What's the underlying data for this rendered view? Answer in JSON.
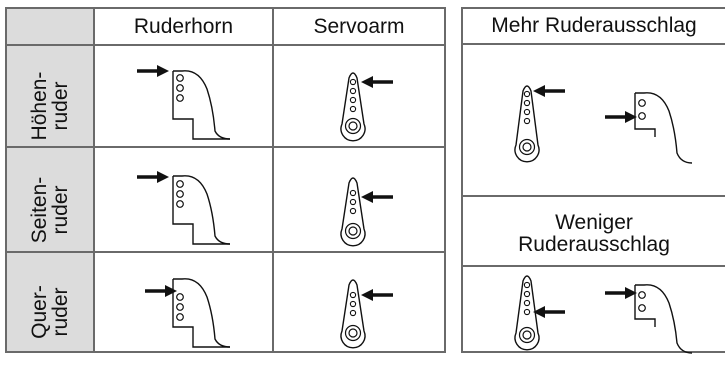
{
  "table": {
    "columns": [
      "Ruderhorn",
      "Servoarm"
    ],
    "rows": [
      {
        "label_line1": "Höhen-",
        "label_line2": "ruder"
      },
      {
        "label_line1": "Seiten-",
        "label_line2": "ruder"
      },
      {
        "label_line1": "Quer-",
        "label_line2": "ruder"
      }
    ]
  },
  "right_panel": {
    "more_title": "Mehr Ruderausschlag",
    "less_title_line1": "Weniger",
    "less_title_line2": "Ruderausschlag"
  },
  "colors": {
    "border": "#6a6a6a",
    "header_fill": "#dcdcdc",
    "ink": "#111111"
  }
}
